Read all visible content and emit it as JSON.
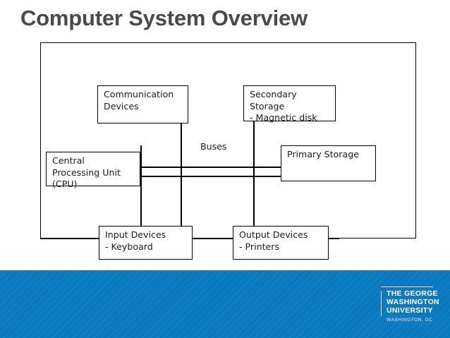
{
  "slide": {
    "title": "Computer System Overview",
    "title_color": "#4a4a4a",
    "background_color": "#ffffff"
  },
  "diagram": {
    "type": "block-diagram",
    "frame_label": "computer-system-boundary",
    "bus_label": "Buses",
    "nodes": [
      {
        "id": "communication-devices",
        "lines": "Communication\nDevices"
      },
      {
        "id": "secondary-storage",
        "lines": "Secondary\nStorage\n- Magnetic disk"
      },
      {
        "id": "cpu",
        "lines": "Central\nProcessing Unit\n(CPU)"
      },
      {
        "id": "primary-storage",
        "lines": "Primary Storage"
      },
      {
        "id": "input-devices",
        "lines": "Input Devices\n- Keyboard"
      },
      {
        "id": "output-devices",
        "lines": "Output Devices\n- Printers"
      }
    ]
  },
  "footer": {
    "band_color": "#0b79c0",
    "logo": {
      "line1": "THE GEORGE",
      "line2": "WASHINGTON",
      "line3": "UNIVERSITY",
      "city": "WASHINGTON, DC"
    }
  }
}
